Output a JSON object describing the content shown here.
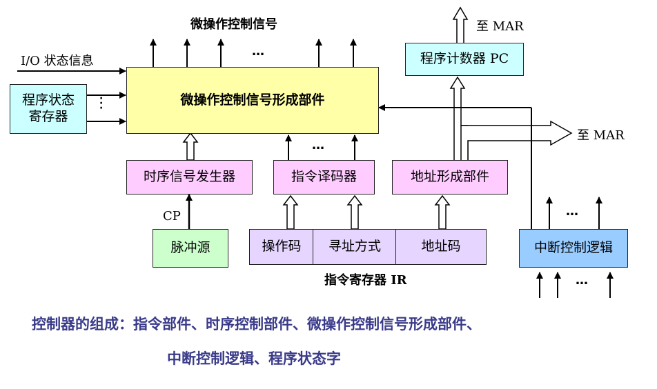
{
  "diagram": {
    "top_signal_label": "微操作控制信号",
    "io_label": "I/O 状态信息",
    "psw_box": "程序状态\n寄存器",
    "main_box": "微操作控制信号形成部件",
    "timing_box": "时序信号发生器",
    "decoder_box": "指令译码器",
    "addr_form_box": "地址形成部件",
    "pulse_box": "脉冲源",
    "cp_label": "CP",
    "ir_fields": [
      "操作码",
      "寻址方式",
      "地址码"
    ],
    "ir_label": "指令寄存器 IR",
    "pc_box": "程序计数器 PC",
    "to_mar_top": "至 MAR",
    "to_mar_right": "至 MAR",
    "interrupt_box": "中断控制逻辑",
    "ellipsis": "…"
  },
  "caption": {
    "line1": "控制器的组成：指令部件、时序控制部件、微操作控制信号形成部件、",
    "line2": "中断控制逻辑、程序状态字"
  },
  "colors": {
    "main_fill": "#ffffa8",
    "pink_fill": "#ffccff",
    "cyan_fill": "#ccffff",
    "green_fill": "#ccffcc",
    "lavender_fill": "#e6d6ff",
    "blue_fill": "#99ccff",
    "caption_color": "#3a3a8a"
  }
}
